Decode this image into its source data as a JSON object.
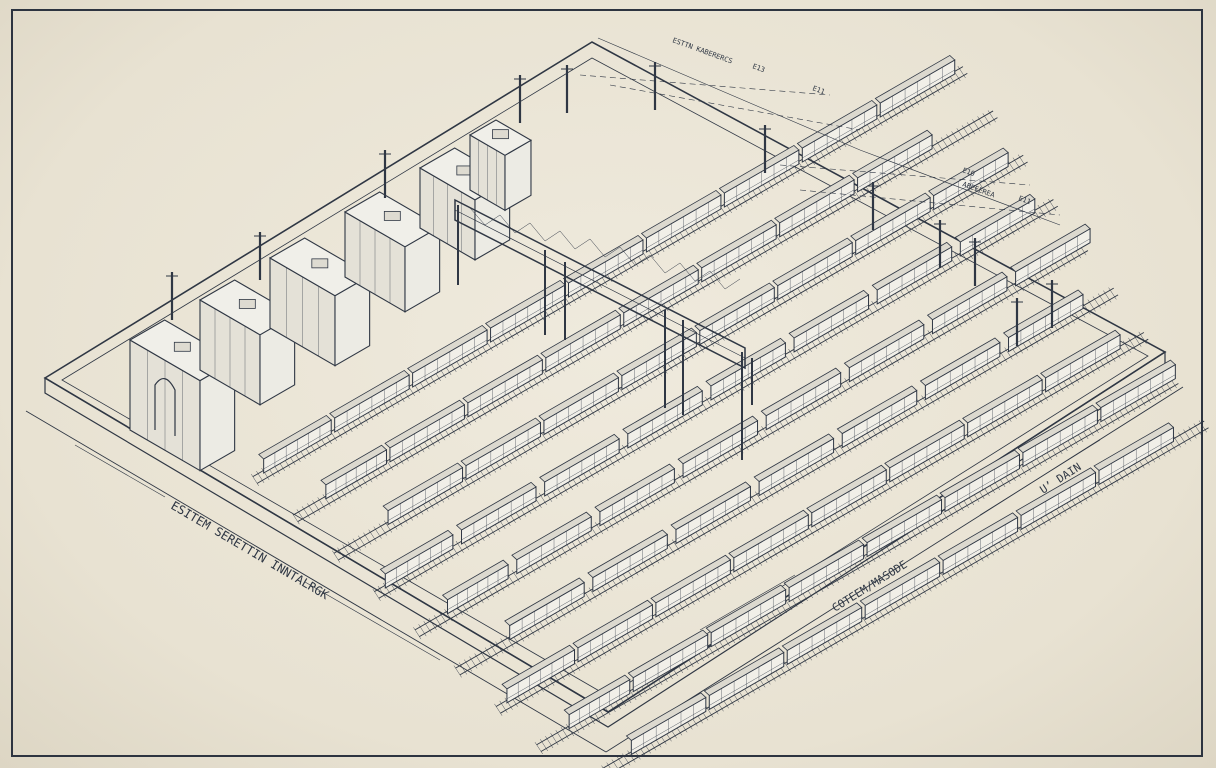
{
  "drawing": {
    "colors": {
      "paper": "#ebe6d8",
      "ink": "#2f3744",
      "car_fill": "#f1efe8",
      "building_fill": "#e4e1d7"
    },
    "labels": {
      "left_edge": "ESITEM SERETTIN INNTALRGK",
      "bottom_edge": "COTEEM/MASODE",
      "right_edge": "U’ DAIN",
      "top_callout_1": "ESTTN KABERERCS",
      "top_callout_2": "E13",
      "top_callout_3": "E11",
      "right_callout_1": "E10",
      "right_callout_2": "ABEEEREA",
      "right_callout_3": "E11"
    },
    "yard": {
      "track_count": 9
    }
  }
}
